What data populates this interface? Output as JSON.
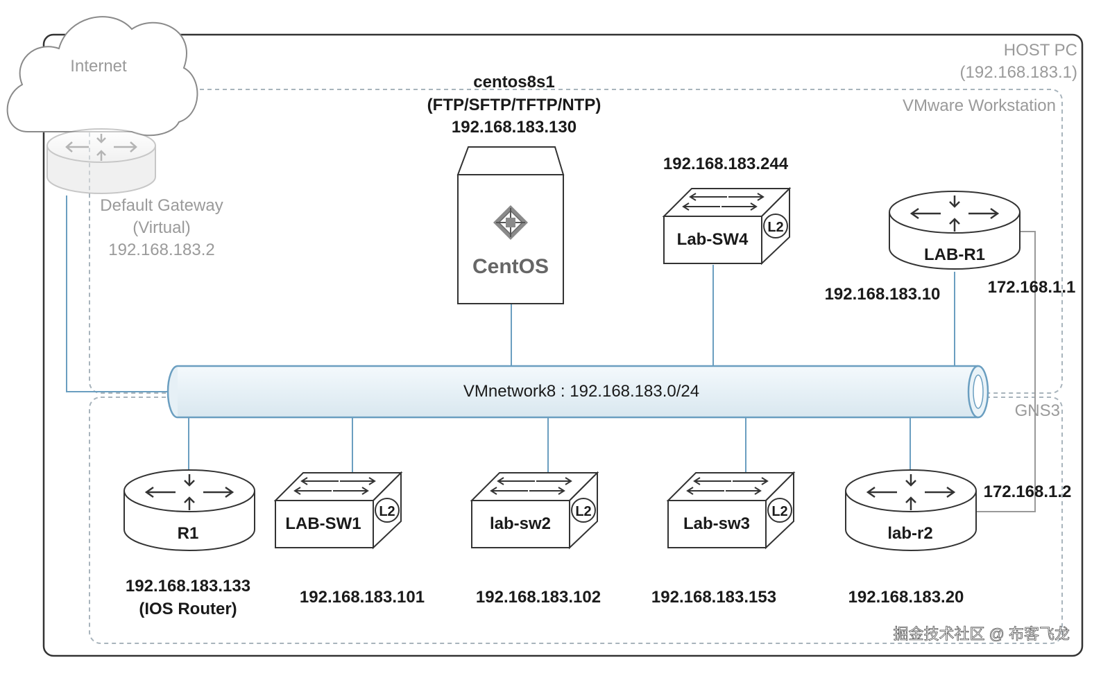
{
  "cloud": {
    "label": "Internet"
  },
  "host": {
    "line1": "HOST PC",
    "line2": "(192.168.183.1)"
  },
  "vmware": {
    "label": "VMware Workstation"
  },
  "gns3": {
    "label": "GNS3"
  },
  "gateway": {
    "line1": "Default Gateway",
    "line2": "(Virtual)",
    "line3": "192.168.183.2"
  },
  "server": {
    "name": "centos8s1",
    "services": "(FTP/SFTP/TFTP/NTP)",
    "ip": "192.168.183.130",
    "logo_text": "CentOS"
  },
  "switches": {
    "sw4": {
      "name": "Lab-SW4",
      "ip": "192.168.183.244",
      "badge": "L2"
    },
    "sw1": {
      "name": "LAB-SW1",
      "ip": "192.168.183.101",
      "badge": "L2"
    },
    "sw2": {
      "name": "lab-sw2",
      "ip": "192.168.183.102",
      "badge": "L2"
    },
    "sw3": {
      "name": "Lab-sw3",
      "ip": "192.168.183.153",
      "badge": "L2"
    }
  },
  "routers": {
    "r1lab": {
      "name": "LAB-R1",
      "ip": "192.168.183.10",
      "ip2": "172.168.1.1"
    },
    "r2lab": {
      "name": "lab-r2",
      "ip": "192.168.183.20",
      "ip2": "172.168.1.2"
    },
    "r1": {
      "name": "R1",
      "ip": "192.168.183.133",
      "note": "(IOS Router)"
    }
  },
  "network": {
    "label": "VMnetwork8 : 192.168.183.0/24"
  },
  "watermark": "掘金技术社区 @ 布客飞龙",
  "colors": {
    "link": "#6a9ec0",
    "pipe_fill": "#eaf3f8",
    "box_border": "#333333",
    "dashed": "#a8b4bc"
  }
}
